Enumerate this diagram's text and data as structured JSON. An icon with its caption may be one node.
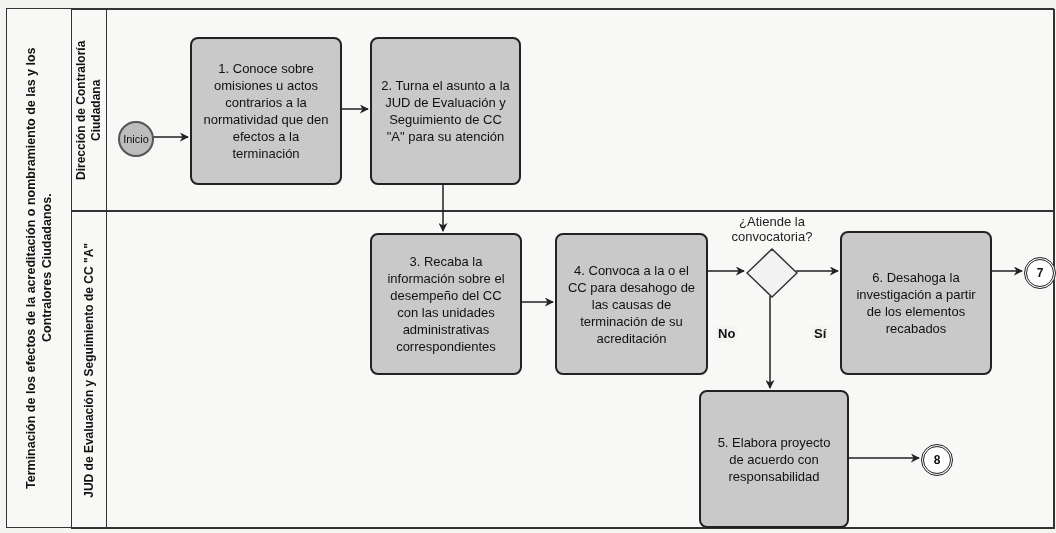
{
  "diagram": {
    "nodes": [
      {
        "text": [
          "Terminación de los efectos de la acreditación o nombramiento de las y los Contralores Ciudadanos."
        ]
      },
      {
        "text": [
          "Dirección de Contraloría Ciudadana"
        ],
        "in": 0
      },
      {
        "text": [
          "JUD de Evaluación y Seguimiento de CC \"A\""
        ],
        "in": 0
      },
      {
        "text": [
          "Inicio"
        ],
        "in": 1
      },
      {
        "text": [
          "1. Conoce sobre omisiones u actos contrarios a la normatividad que den efectos a la terminación"
        ],
        "in": 1
      },
      {
        "text": [
          "2. Turna el asunto a la JUD de Evaluación y Seguimiento de CC \"A\" para su atención"
        ],
        "in": 1
      },
      {
        "text": [
          "3. Recaba la información sobre el desempeño del CC con las unidades administrativas correspondientes"
        ],
        "in": 2
      },
      {
        "text": [
          "4. Convoca a la o el CC para desahogo de las causas de terminación de su acreditación"
        ],
        "in": 2
      },
      {
        "text": [],
        "shape": "diamond",
        "beside": [
          "¿Atiende la convocatoria?"
        ],
        "in": 2
      },
      {
        "text": [
          "6. Desahoga la investigación a partir de los elementos recabados"
        ],
        "in": 2
      },
      {
        "text": [
          "7"
        ],
        "in": 2
      },
      {
        "text": [
          "5. Elabora proyecto de acuerdo con responsabilidad"
        ],
        "in": 2
      },
      {
        "text": [
          "8"
        ],
        "in": 2
      }
    ],
    "edges": [
      {
        "from": 3,
        "to": 4,
        "arrow": "to"
      },
      {
        "from": 4,
        "to": 5,
        "arrow": "to"
      },
      {
        "from": 5,
        "to": 6,
        "arrow": "to"
      },
      {
        "from": 6,
        "to": 7,
        "arrow": "to"
      },
      {
        "from": 7,
        "to": 8,
        "arrow": "to"
      },
      {
        "from": 8,
        "to": 9,
        "arrow": "to",
        "label": "Sí"
      },
      {
        "from": 8,
        "to": 11,
        "arrow": "to",
        "label": "No"
      },
      {
        "from": 9,
        "to": 10,
        "arrow": "to"
      },
      {
        "from": 11,
        "to": 12,
        "arrow": "to"
      }
    ]
  }
}
